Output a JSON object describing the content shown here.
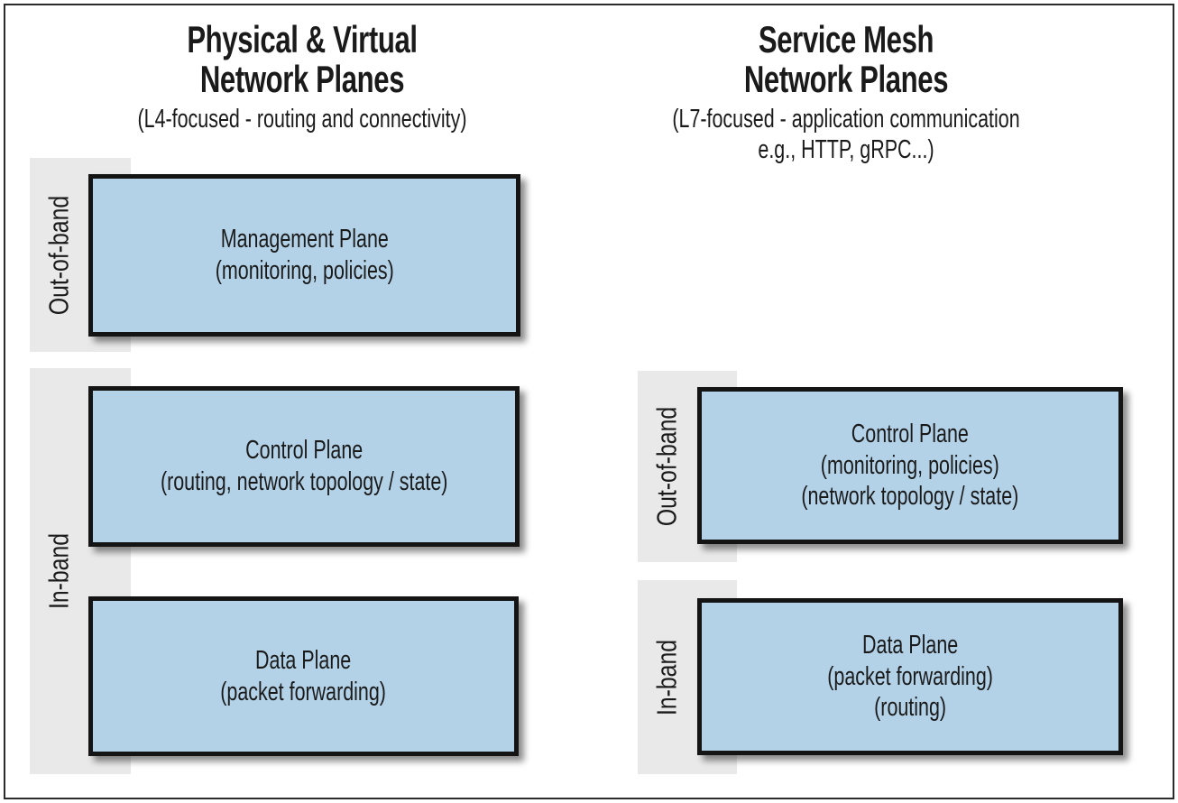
{
  "diagram": {
    "left": {
      "title": "Physical & Virtual\nNetwork Planes",
      "subtitle": "(L4-focused - routing and connectivity)",
      "out_of_band_label": "Out-of-band",
      "in_band_label": "In-band",
      "management_box": "Management Plane\n(monitoring, policies)",
      "control_box": "Control Plane\n(routing, network topology / state)",
      "data_box": "Data Plane\n(packet forwarding)"
    },
    "right": {
      "title": "Service Mesh\nNetwork Planes",
      "subtitle": "(L7-focused - application communication\ne.g., HTTP, gRPC...)",
      "out_of_band_label": "Out-of-band",
      "in_band_label": "In-band",
      "control_box": "Control Plane\n(monitoring, policies)\n(network topology / state)",
      "data_box": "Data Plane\n(packet forwarding)\n(routing)"
    },
    "colors": {
      "box_fill": "#b3d2e8",
      "box_border": "#141414",
      "band_fill": "#e9e9e9",
      "frame_border": "#2b2b2b",
      "text": "#1a1a1a"
    }
  }
}
